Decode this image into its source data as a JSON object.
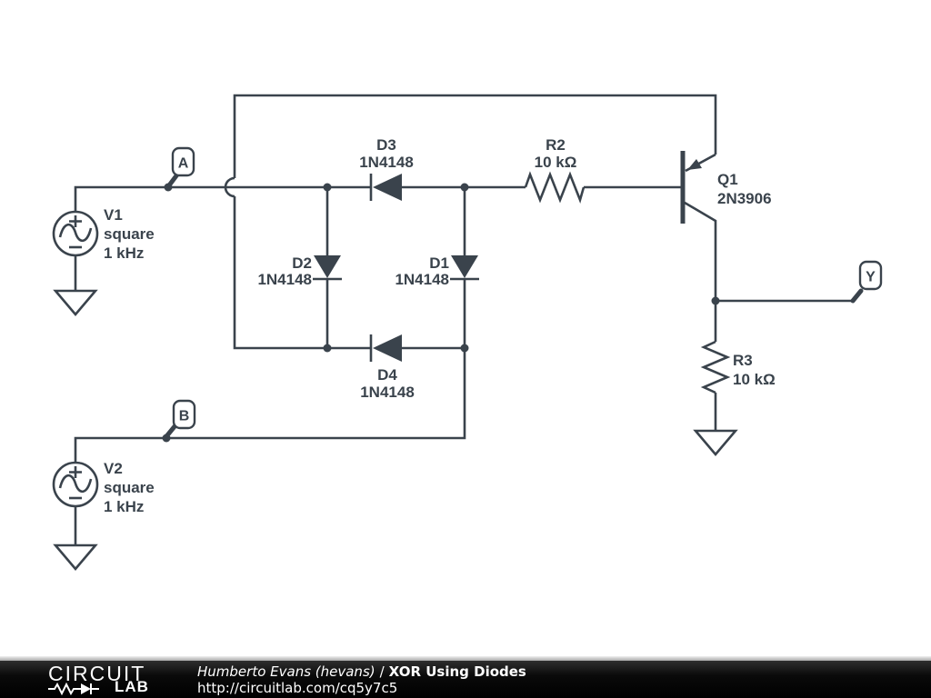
{
  "colors": {
    "wire": "#3a434c",
    "canvas_bg": "#ffffff",
    "footer_bg": "#000000",
    "footer_text": "#ffffff"
  },
  "schematic": {
    "v1": {
      "ref": "V1",
      "waveform": "square",
      "frequency": "1 kHz"
    },
    "v2": {
      "ref": "V2",
      "waveform": "square",
      "frequency": "1 kHz"
    },
    "d1": {
      "ref": "D1",
      "part": "1N4148"
    },
    "d2": {
      "ref": "D2",
      "part": "1N4148"
    },
    "d3": {
      "ref": "D3",
      "part": "1N4148"
    },
    "d4": {
      "ref": "D4",
      "part": "1N4148"
    },
    "r2": {
      "ref": "R2",
      "value": "10 kΩ"
    },
    "r3": {
      "ref": "R3",
      "value": "10 kΩ"
    },
    "q1": {
      "ref": "Q1",
      "part": "2N3906"
    },
    "nodes": {
      "a": "A",
      "b": "B",
      "y": "Y"
    }
  },
  "footer": {
    "logo_top": "CIRCUIT",
    "logo_bottom": "LAB",
    "author": "Humberto Evans (hevans)",
    "separator": "/",
    "title": "XOR Using Diodes",
    "url": "http://circuitlab.com/cq5y7c5"
  }
}
